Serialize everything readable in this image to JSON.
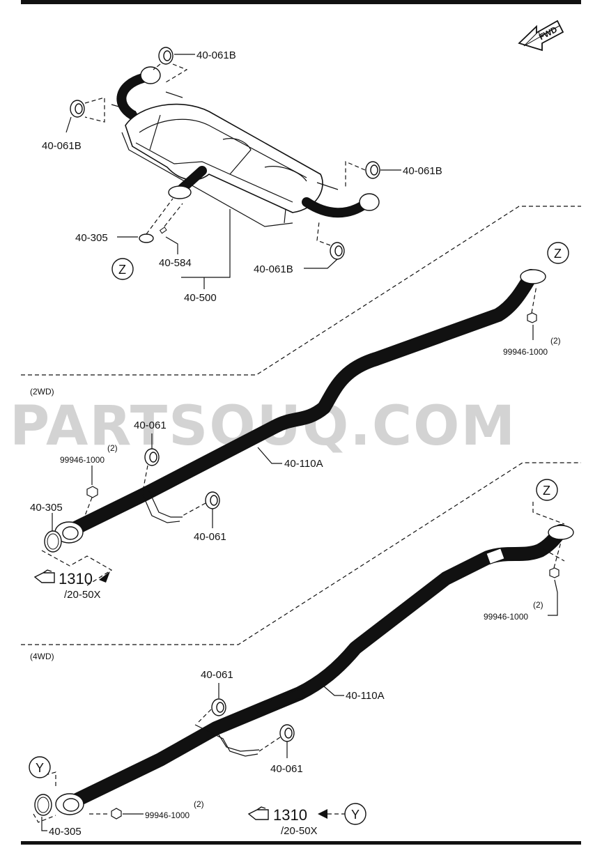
{
  "fwd_label": "FWD",
  "watermark": "PARTSOUQ.COM",
  "sections": {
    "two_wd": "(2WD)",
    "four_wd": "(4WD)"
  },
  "refs": {
    "z": "Z",
    "y": "Y"
  },
  "labels": {
    "hanger_b1": "40-061B",
    "hanger_b2": "40-061B",
    "hanger_b3": "40-061B",
    "hanger_b4": "40-061B",
    "gasket_top": "40-305",
    "bolt_top": "40-584",
    "muffler": "40-500",
    "nut_qty_top": "(2)",
    "nut_top": "99946-1000",
    "nut_qty_2wd": "(2)",
    "nut_2wd": "99946-1000",
    "hanger_2wd_a": "40-061",
    "hanger_2wd_b": "40-061",
    "pipe_2wd": "40-110A",
    "gasket_2wd": "40-305",
    "ref_num_2wd": "1310",
    "ref_sub_2wd": "/20-50X",
    "nut_qty_4wd_r": "(2)",
    "nut_4wd_r": "99946-1000",
    "hanger_4wd_a": "40-061",
    "hanger_4wd_b": "40-061",
    "pipe_4wd": "40-110A",
    "gasket_4wd": "40-305",
    "nut_qty_4wd_b": "(2)",
    "nut_4wd_b": "99946-1000",
    "ref_num_4wd": "1310",
    "ref_sub_4wd": "/20-50X"
  }
}
